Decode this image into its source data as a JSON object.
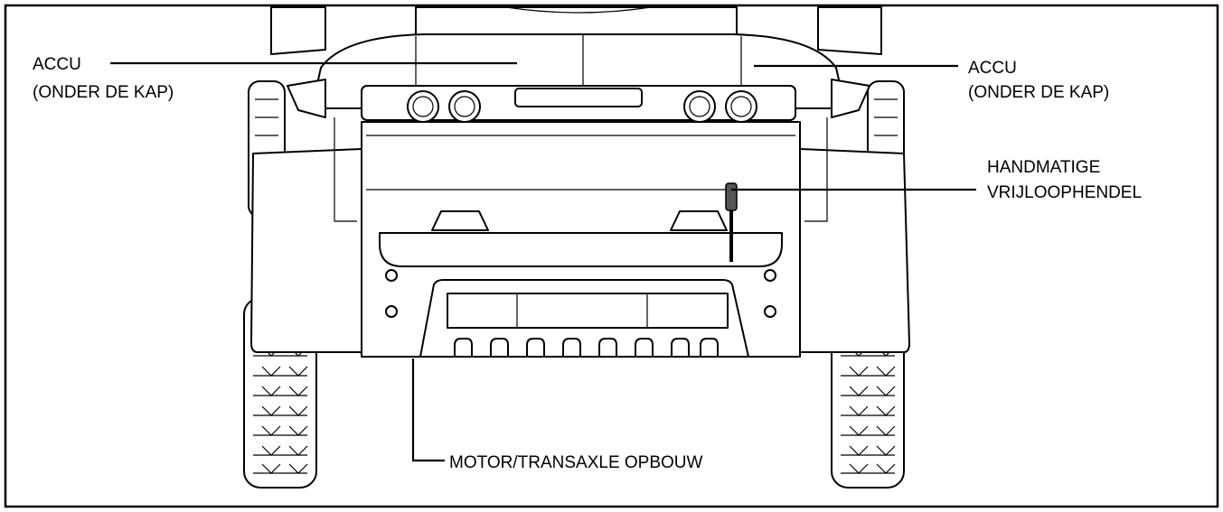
{
  "labels": {
    "battery_left_line1": "ACCU",
    "battery_left_line2": "(ONDER DE KAP)",
    "battery_right_line1": "ACCU",
    "battery_right_line2": "(ONDER DE KAP)",
    "freewheel_line1": "HANDMATIGE",
    "freewheel_line2": "VRIJLOOPHENDEL",
    "motor_transaxle": "MOTOR/TRANSAXLE OPBOUW"
  }
}
